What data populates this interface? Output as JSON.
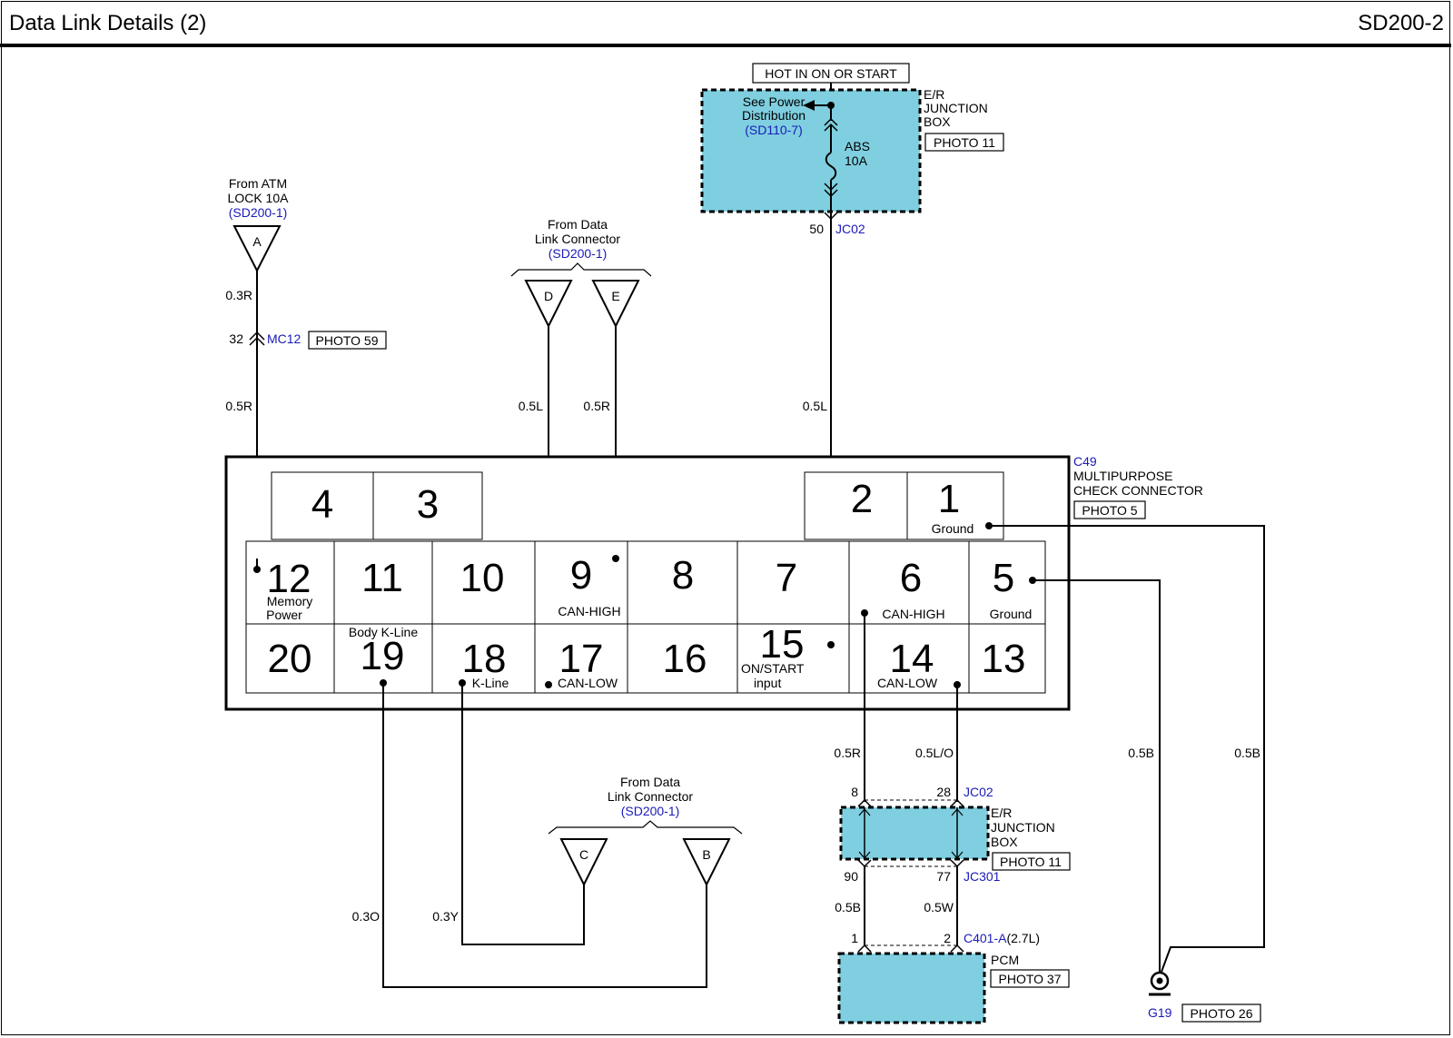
{
  "header": {
    "title": "Data Link Details (2)",
    "code": "SD200-2"
  },
  "colors": {
    "wire": "#000000",
    "ref": "#1a1ab8",
    "box_fill": "#7fcfe0"
  },
  "top_source": {
    "hot_label": "HOT IN ON OR START",
    "see_l1": "See Power",
    "see_l2": "Distribution",
    "see_ref": "(SD110-7)",
    "fuse_l1": "ABS",
    "fuse_l2": "10A",
    "jb_l1": "E/R",
    "jb_l2": "JUNCTION",
    "jb_l3": "BOX",
    "jb_photo": "PHOTO 11",
    "pin": "50",
    "conn": "JC02",
    "wire": "0.5L"
  },
  "atm": {
    "l1": "From ATM",
    "l2": "LOCK 10A",
    "ref": "(SD200-1)",
    "letter": "A",
    "wire_top": "0.3R",
    "pin": "32",
    "conn": "MC12",
    "photo": "PHOTO 59",
    "wire_bot": "0.5R"
  },
  "dlc_de": {
    "l1": "From Data",
    "l2": "Link Connector",
    "ref": "(SD200-1)",
    "d": "D",
    "e": "E",
    "wire_d": "0.5L",
    "wire_e": "0.5R"
  },
  "dlc_cb": {
    "l1": "From Data",
    "l2": "Link Connector",
    "ref": "(SD200-1)",
    "c": "C",
    "b": "B",
    "wire_19": "0.3O",
    "wire_18": "0.3Y"
  },
  "c49": {
    "ref": "C49",
    "l1": "MULTIPURPOSE",
    "l2": "CHECK CONNECTOR",
    "photo": "PHOTO 5",
    "p4": "4",
    "p3": "3",
    "p2": "2",
    "p1": "1",
    "p1_label": "Ground",
    "p12": "12",
    "p12_l1": "Memory",
    "p12_l2": "Power",
    "p11": "11",
    "p10": "10",
    "p9": "9",
    "p9_label": "CAN-HIGH",
    "p8": "8",
    "p7": "7",
    "p6": "6",
    "p6_label": "CAN-HIGH",
    "p5": "5",
    "p5_label": "Ground",
    "p20": "20",
    "p19": "19",
    "p19_label": "Body K-Line",
    "p18": "18",
    "p18_label": "K-Line",
    "p17": "17",
    "p17_label": "CAN-LOW",
    "p16": "16",
    "p15": "15",
    "p15_l1": "ON/START",
    "p15_l2": "input",
    "p14": "14",
    "p14_label": "CAN-LOW",
    "p13": "13"
  },
  "bottom_jb": {
    "wire_6": "0.5R",
    "wire_14": "0.5L/O",
    "pin_top_l": "8",
    "pin_top_r": "28",
    "conn_top": "JC02",
    "jb_l1": "E/R",
    "jb_l2": "JUNCTION",
    "jb_l3": "BOX",
    "jb_photo": "PHOTO 11",
    "pin_bot_l": "90",
    "pin_bot_r": "77",
    "conn_bot": "JC301",
    "wire_bl": "0.5B",
    "wire_bw": "0.5W"
  },
  "pcm": {
    "pin_l": "1",
    "pin_r": "2",
    "conn": "C401-A",
    "conn_suffix": "(2.7L)",
    "label": "PCM",
    "photo": "PHOTO 37"
  },
  "ground": {
    "wire_5": "0.5B",
    "wire_1": "0.5B",
    "ref": "G19",
    "photo": "PHOTO 26"
  }
}
